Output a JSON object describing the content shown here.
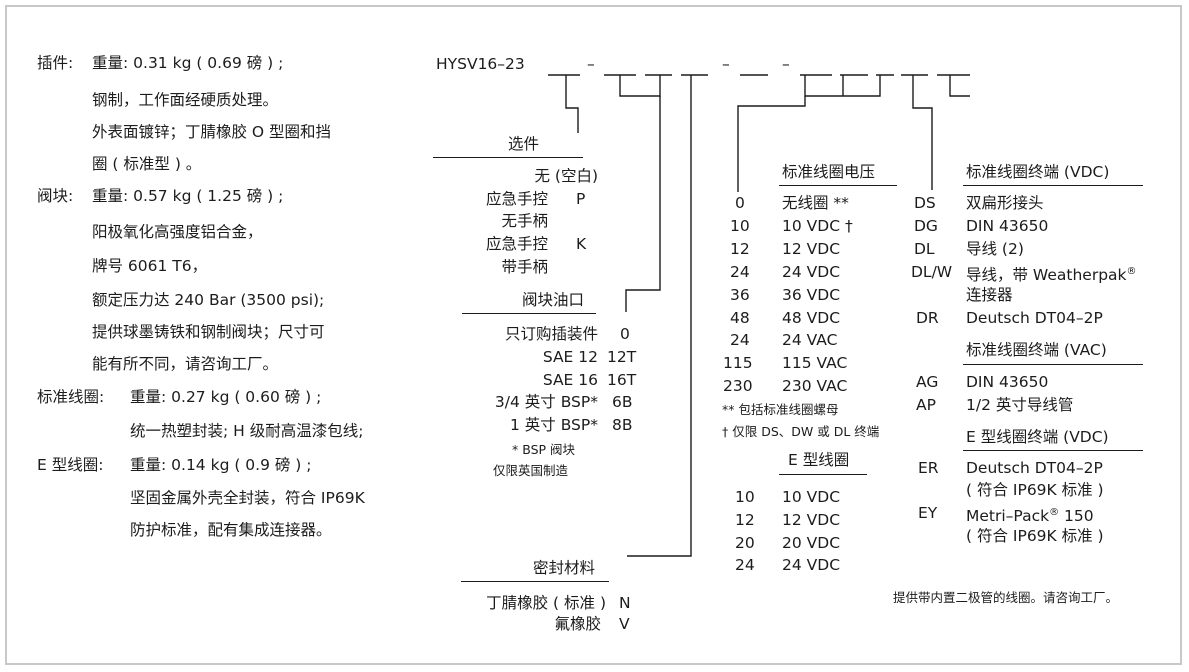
{
  "left": {
    "cartridge_label": "插件:",
    "cartridge": [
      "重量: 0.31 kg ( 0.69 磅 ) ;",
      "钢制，工作面经硬质处理。",
      "外表面镀锌；丁腈橡胶 O 型圈和挡",
      "圈 ( 标准型 ) 。"
    ],
    "body_label": "阀块:",
    "body": [
      "重量: 0.57 kg ( 1.25 磅 ) ;",
      "阳极氧化高强度铝合金，",
      "牌号 6061 T6，",
      "额定压力达 240 Bar (3500 psi);",
      "提供球墨铸铁和钢制阀块；尺寸可",
      "能有所不同，请咨询工厂。"
    ],
    "std_coil_label": "标准线圈:",
    "std_coil": [
      "重量: 0.27 kg (  0.60 磅 ) ;",
      "统一热塑封装; H 级耐高温漆包线;"
    ],
    "e_coil_label": "E 型线圈:",
    "e_coil": [
      "重量: 0.14 kg ( 0.9 磅 ) ;",
      "坚固金属外壳全封装，符合 IP69K",
      "防护标准，配有集成连接器。"
    ]
  },
  "model": {
    "code": "HYSV16–23"
  },
  "options": {
    "header": "选件",
    "rows": [
      {
        "label": "无 (空白)",
        "code": ""
      },
      {
        "label": "应急手控",
        "code": "P"
      },
      {
        "label": "无手柄",
        "code": ""
      },
      {
        "label": "应急手控",
        "code": "K"
      },
      {
        "label": "带手柄",
        "code": ""
      }
    ]
  },
  "ports": {
    "header": "阀块油口",
    "rows": [
      {
        "label": "只订购插装件",
        "code": "0"
      },
      {
        "label": "SAE 12",
        "code": "12T"
      },
      {
        "label": "SAE 16",
        "code": "16T"
      },
      {
        "label": "3/4 英寸 BSP*",
        "code": "6B"
      },
      {
        "label": "1 英寸 BSP*",
        "code": "8B"
      }
    ],
    "note1": "* BSP 阀块",
    "note2": "仅限英国制造"
  },
  "seals": {
    "header": "密封材料",
    "rows": [
      {
        "label": "丁腈橡胶 ( 标准 )",
        "code": "N"
      },
      {
        "label": "氟橡胶",
        "code": "V"
      }
    ]
  },
  "std_voltage": {
    "header": "标准线圈电压",
    "rows": [
      {
        "code": "0",
        "label": "无线圈 **"
      },
      {
        "code": "10",
        "label": "10 VDC †"
      },
      {
        "code": "12",
        "label": "12 VDC"
      },
      {
        "code": "24",
        "label": "24 VDC"
      },
      {
        "code": "36",
        "label": "36 VDC"
      },
      {
        "code": "48",
        "label": "48 VDC"
      },
      {
        "code": "24",
        "label": "24 VAC"
      },
      {
        "code": "115",
        "label": "115 VAC"
      },
      {
        "code": "230",
        "label": "230 VAC"
      }
    ],
    "note1": "** 包括标准线圈螺母",
    "note2": "† 仅限 DS、DW 或 DL 终端"
  },
  "e_coil": {
    "header": "E 型线圈",
    "rows": [
      {
        "code": "10",
        "label": "10 VDC"
      },
      {
        "code": "12",
        "label": "12 VDC"
      },
      {
        "code": "20",
        "label": "20 VDC"
      },
      {
        "code": "24",
        "label": "24 VDC"
      }
    ]
  },
  "term_vdc": {
    "header": "标准线圈终端 (VDC)",
    "rows": [
      {
        "code": "DS",
        "label": "双扁形接头"
      },
      {
        "code": "DG",
        "label": "DIN 43650"
      },
      {
        "code": "DL",
        "label": "导线 (2)"
      },
      {
        "code": "DL/W",
        "label": "导线，带 Weatherpak"
      },
      {
        "code": "",
        "label": "连接器"
      },
      {
        "code": "DR",
        "label": "Deutsch DT04–2P"
      }
    ],
    "reg": "®"
  },
  "term_vac": {
    "header": "标准线圈终端 (VAC)",
    "rows": [
      {
        "code": "AG",
        "label": "DIN 43650"
      },
      {
        "code": "AP",
        "label": "1/2 英寸导线管"
      }
    ]
  },
  "term_e": {
    "header": "E 型线圈终端 (VDC)",
    "rows": [
      {
        "code": "ER",
        "label": "Deutsch DT04–2P"
      },
      {
        "code": "",
        "label": "( 符合 IP69K 标准 )"
      },
      {
        "code": "EY",
        "label": "Metri–Pack"
      },
      {
        "code": "",
        "label": "( 符合 IP69K 标准 )"
      }
    ],
    "ey_suffix": " 150"
  },
  "footer": {
    "note": "提供带内置二极管的线圈。请咨询工厂。"
  }
}
